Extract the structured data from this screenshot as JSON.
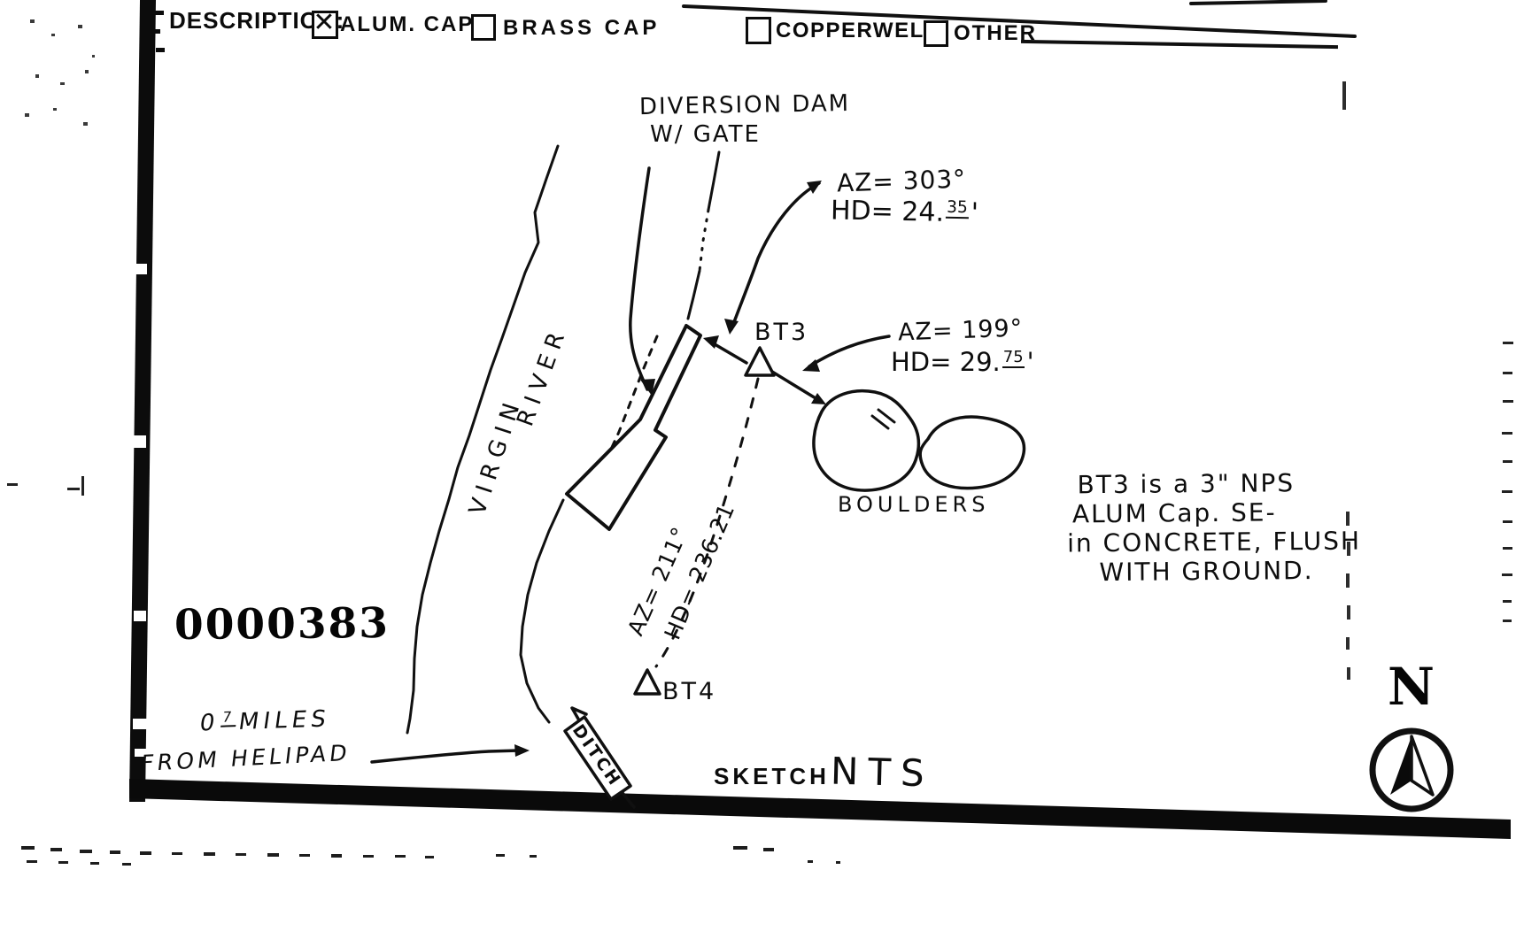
{
  "header": {
    "description_label": "DESCRIPTION:",
    "checked_glyph": "✕",
    "options": [
      {
        "label": "ALUM. CAP",
        "checked": true
      },
      {
        "label": "BRASS CAP",
        "checked": false
      },
      {
        "label": "COPPERWELD",
        "checked": false
      },
      {
        "label": "OTHER",
        "checked": false
      }
    ]
  },
  "stamp": {
    "number": "0000383"
  },
  "map": {
    "dam_label_line1": "DIVERSION DAM",
    "dam_label_line2": "W/ GATE",
    "river_word1": "VIRGIN",
    "river_word2": "RIVER",
    "bt3_label": "BT3",
    "bt4_label": "BT4",
    "boulders_label": "BOULDERS",
    "ditch_label": "DITCH",
    "meas_dam": {
      "az": "AZ= 303°",
      "hd_prefix": "HD= 24.",
      "hd_sup": "35",
      "hd_unit": "'"
    },
    "meas_boulders": {
      "az": "AZ= 199°",
      "hd_prefix": "HD= 29.",
      "hd_sup": "75",
      "hd_unit": "'"
    },
    "meas_bt4": {
      "az": "AZ= 211°",
      "hd": "HD= 236.21"
    },
    "helipad_prefix": "0",
    "helipad_sup": "7",
    "helipad_word": "MILES",
    "helipad_line2": "FROM HELIPAD",
    "note_line1": "BT3 is a 3\" NPS",
    "note_line2": "ALUM Cap. SE-",
    "note_line3": "in CONCRETE, FLUSH",
    "note_line4": "WITH GROUND.",
    "footer_sketch": "SKETCH",
    "footer_nts": "NTS",
    "north_letter": "N"
  }
}
